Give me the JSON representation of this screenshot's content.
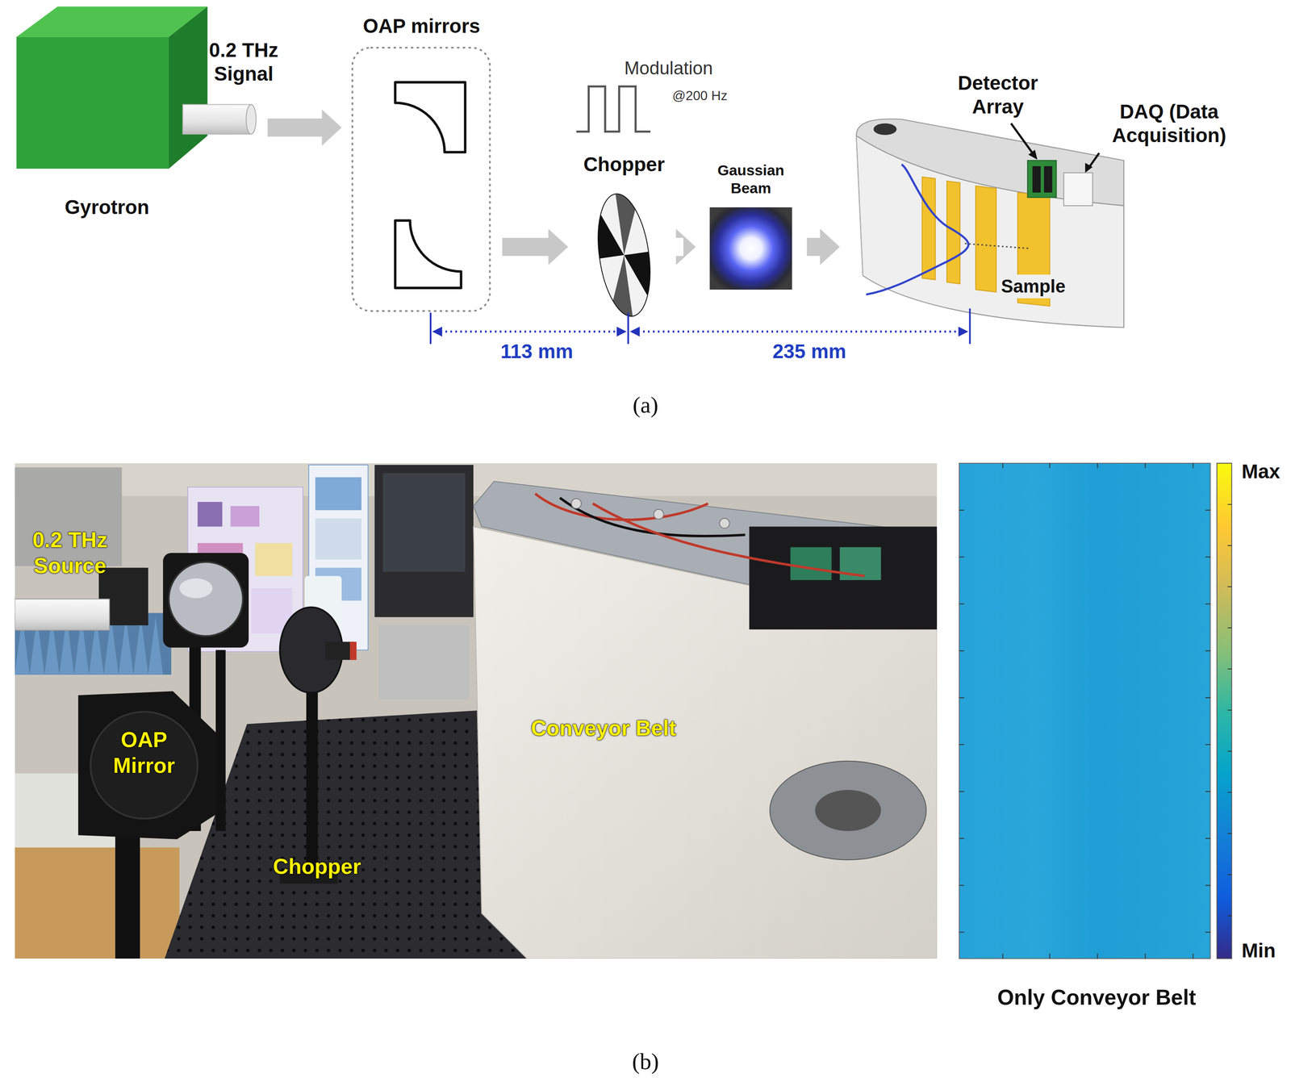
{
  "diagram": {
    "nodes": [
      {
        "text": [
          "Gyrotron"
        ]
      },
      {
        "text": [
          "OAP mirrors"
        ]
      },
      {
        "text": [
          "Chopper"
        ]
      },
      {
        "text": [
          "Gaussian Beam"
        ]
      },
      {
        "text": [
          "Sample"
        ]
      }
    ],
    "edges": [
      {
        "from": 0,
        "to": 1,
        "arrow": "to"
      },
      {
        "from": 1,
        "to": 2,
        "arrow": "to"
      },
      {
        "from": 2,
        "to": 3,
        "arrow": "to"
      },
      {
        "from": 3,
        "to": 4,
        "arrow": "to"
      }
    ],
    "labels": [
      "0.2 THz Signal",
      "Modulation",
      "@200 Hz",
      "Detector Array",
      "DAQ (Data Acquisition)",
      "113 mm",
      "235 mm",
      "(a)",
      "0.2 THz Source",
      "OAP Mirror",
      "Chopper",
      "Conveyor Belt",
      "Max",
      "Min",
      "Only Conveyor Belt",
      "(b)"
    ]
  }
}
